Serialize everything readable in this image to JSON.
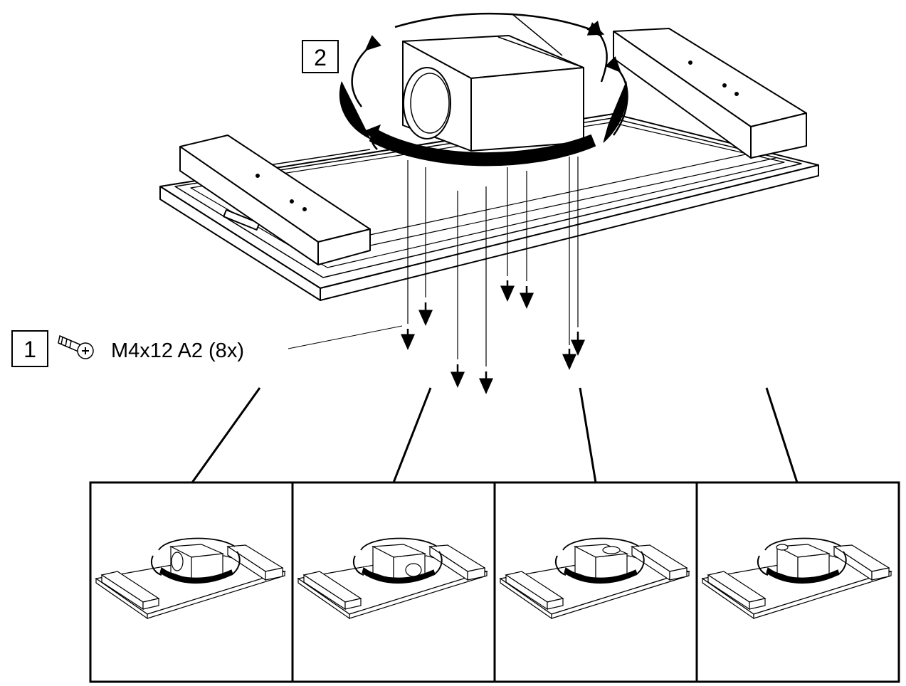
{
  "step_labels": {
    "step1": "1",
    "step2": "2"
  },
  "fastener_callout": "M4x12 A2 (8x)",
  "icons": [
    "screw-icon",
    "rotation-arrow-icon",
    "down-arrow-icon"
  ],
  "colors": {
    "line": "#000000",
    "background": "#ffffff"
  },
  "variant_count": 4,
  "screw_count": 8
}
